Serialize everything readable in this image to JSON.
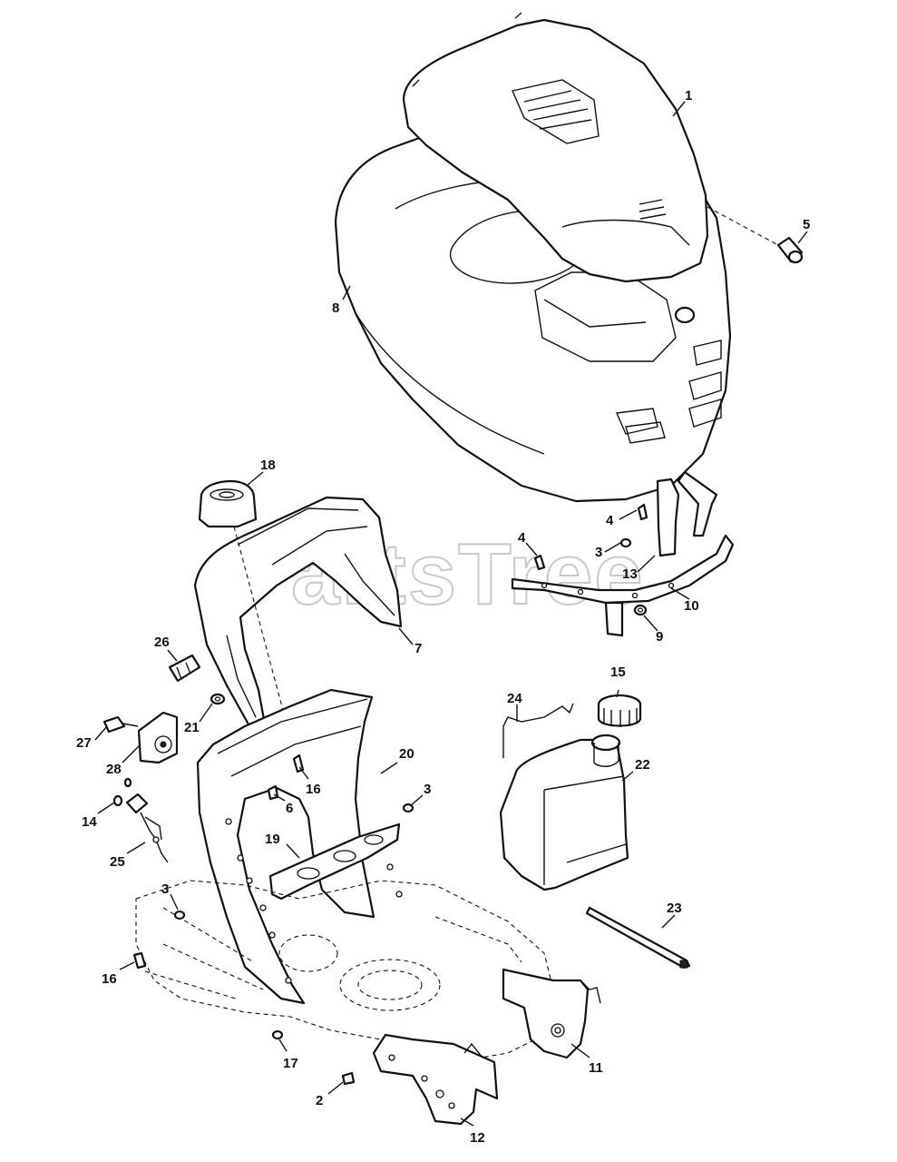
{
  "watermark": "PartsTree",
  "callouts": [
    {
      "id": "c1",
      "label": "1"
    },
    {
      "id": "c5",
      "label": "5"
    },
    {
      "id": "c8",
      "label": "8"
    },
    {
      "id": "c18",
      "label": "18"
    },
    {
      "id": "c4a",
      "label": "4"
    },
    {
      "id": "c4b",
      "label": "4"
    },
    {
      "id": "c3a",
      "label": "3"
    },
    {
      "id": "c13",
      "label": "13"
    },
    {
      "id": "c10",
      "label": "10"
    },
    {
      "id": "c9",
      "label": "9"
    },
    {
      "id": "c7",
      "label": "7"
    },
    {
      "id": "c26",
      "label": "26"
    },
    {
      "id": "c21",
      "label": "21"
    },
    {
      "id": "c27",
      "label": "27"
    },
    {
      "id": "c28",
      "label": "28"
    },
    {
      "id": "c15",
      "label": "15"
    },
    {
      "id": "c24",
      "label": "24"
    },
    {
      "id": "c20",
      "label": "20"
    },
    {
      "id": "c22",
      "label": "22"
    },
    {
      "id": "c16a",
      "label": "16"
    },
    {
      "id": "c6",
      "label": "6"
    },
    {
      "id": "c3b",
      "label": "3"
    },
    {
      "id": "c14",
      "label": "14"
    },
    {
      "id": "c19",
      "label": "19"
    },
    {
      "id": "c25",
      "label": "25"
    },
    {
      "id": "c3c",
      "label": "3"
    },
    {
      "id": "c23",
      "label": "23"
    },
    {
      "id": "c16b",
      "label": "16"
    },
    {
      "id": "c11",
      "label": "11"
    },
    {
      "id": "c17",
      "label": "17"
    },
    {
      "id": "c2",
      "label": "2"
    },
    {
      "id": "c12",
      "label": "12"
    }
  ]
}
